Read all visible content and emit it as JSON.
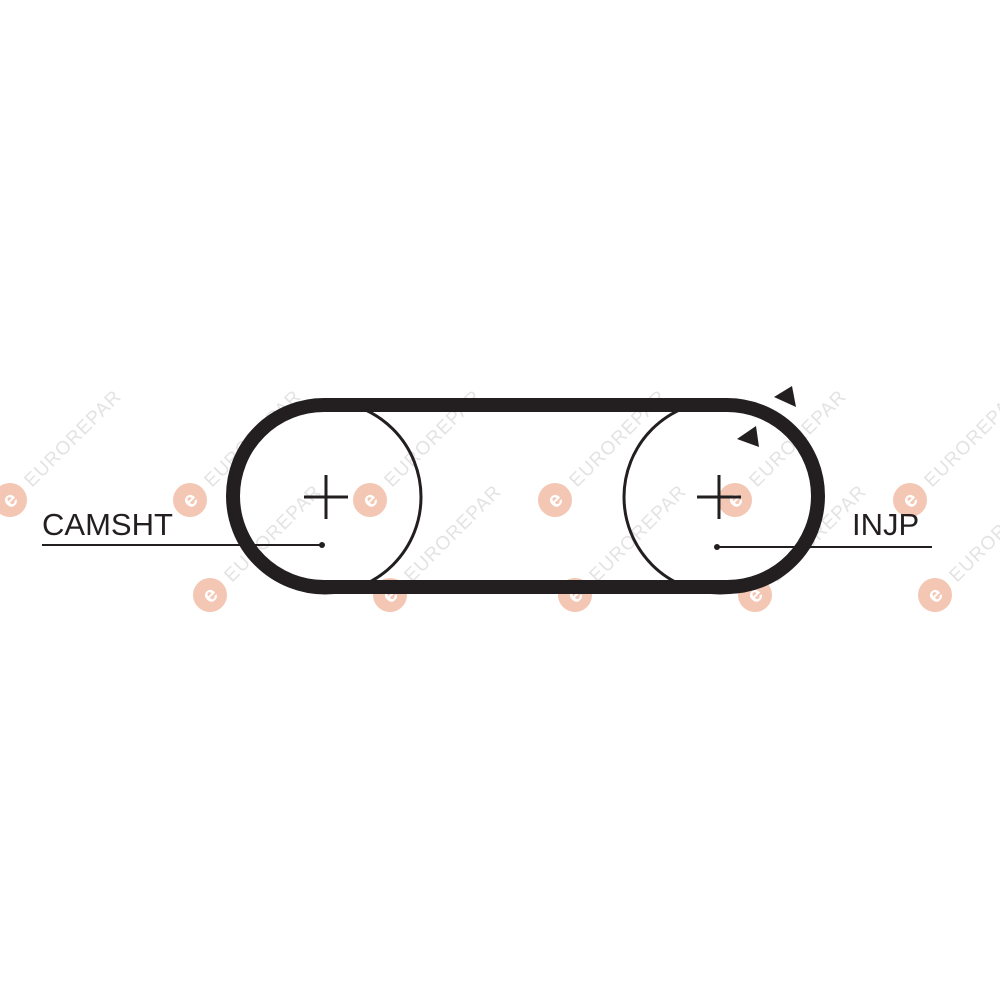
{
  "watermark": {
    "brand_text": "EUROREPAR",
    "logo_letter": "e",
    "logo_color": "#f3c7b3",
    "text_color": "#e3e3e3"
  },
  "diagram": {
    "belt_color": "#231f20",
    "labels": {
      "left_pulley": "CAMSHT",
      "right_pulley": "INJP"
    },
    "direction_marks": 2
  }
}
